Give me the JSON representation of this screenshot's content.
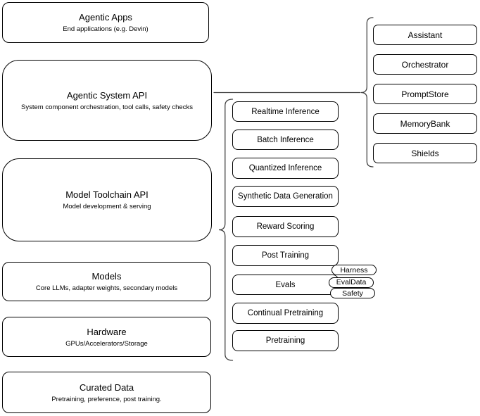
{
  "diagram": {
    "left_column": [
      {
        "title": "Agentic Apps",
        "subtitle": "End applications (e.g. Devin)"
      },
      {
        "title": "Agentic System API",
        "subtitle": "System component orchestration, tool calls, safety checks"
      },
      {
        "title": "Model Toolchain API",
        "subtitle": "Model development & serving"
      },
      {
        "title": "Models",
        "subtitle": "Core LLMs, adapter weights, secondary models"
      },
      {
        "title": "Hardware",
        "subtitle": "GPUs/Accelerators/Storage"
      },
      {
        "title": "Curated Data",
        "subtitle": "Pretraining, preference, post training."
      }
    ],
    "toolchain_items": [
      "Realtime Inference",
      "Batch Inference",
      "Quantized Inference",
      "Synthetic Data Generation",
      "Reward Scoring",
      "Post Training",
      "Evals",
      "Continual Pretraining",
      "Pretraining"
    ],
    "evals_tags": [
      "Harness",
      "EvalData",
      "Safety"
    ],
    "system_components": [
      "Assistant",
      "Orchestrator",
      "PromptStore",
      "MemoryBank",
      "Shields"
    ],
    "colors": {
      "background": "#ffffff",
      "box_fill": "#ffffff",
      "box_border": "#000000",
      "line": "#3d3d3d",
      "text": "#000000"
    }
  }
}
